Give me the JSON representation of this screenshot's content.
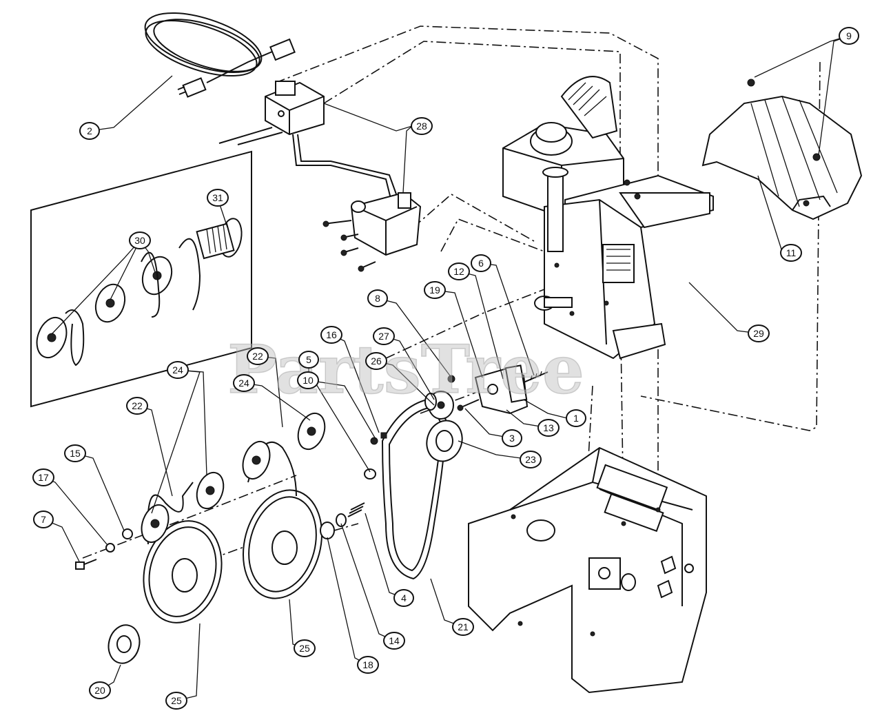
{
  "watermark": "PartsTree",
  "callouts": [
    {
      "id": "c1",
      "label": "1"
    },
    {
      "id": "c2",
      "label": "2"
    },
    {
      "id": "c3",
      "label": "3"
    },
    {
      "id": "c4",
      "label": "4"
    },
    {
      "id": "c5",
      "label": "5"
    },
    {
      "id": "c6",
      "label": "6"
    },
    {
      "id": "c7",
      "label": "7"
    },
    {
      "id": "c8",
      "label": "8"
    },
    {
      "id": "c9",
      "label": "9"
    },
    {
      "id": "c10",
      "label": "10"
    },
    {
      "id": "c11",
      "label": "11"
    },
    {
      "id": "c12",
      "label": "12"
    },
    {
      "id": "c13",
      "label": "13"
    },
    {
      "id": "c14",
      "label": "14"
    },
    {
      "id": "c15",
      "label": "15"
    },
    {
      "id": "c16",
      "label": "16"
    },
    {
      "id": "c17",
      "label": "17"
    },
    {
      "id": "c18",
      "label": "18"
    },
    {
      "id": "c19",
      "label": "19"
    },
    {
      "id": "c20",
      "label": "20"
    },
    {
      "id": "c21",
      "label": "21"
    },
    {
      "id": "c22a",
      "label": "22"
    },
    {
      "id": "c22b",
      "label": "22"
    },
    {
      "id": "c23",
      "label": "23"
    },
    {
      "id": "c24a",
      "label": "24"
    },
    {
      "id": "c24b",
      "label": "24"
    },
    {
      "id": "c25a",
      "label": "25"
    },
    {
      "id": "c25b",
      "label": "25"
    },
    {
      "id": "c26",
      "label": "26"
    },
    {
      "id": "c27",
      "label": "27"
    },
    {
      "id": "c28",
      "label": "28"
    },
    {
      "id": "c29",
      "label": "29"
    },
    {
      "id": "c30",
      "label": "30"
    },
    {
      "id": "c31",
      "label": "31"
    }
  ]
}
